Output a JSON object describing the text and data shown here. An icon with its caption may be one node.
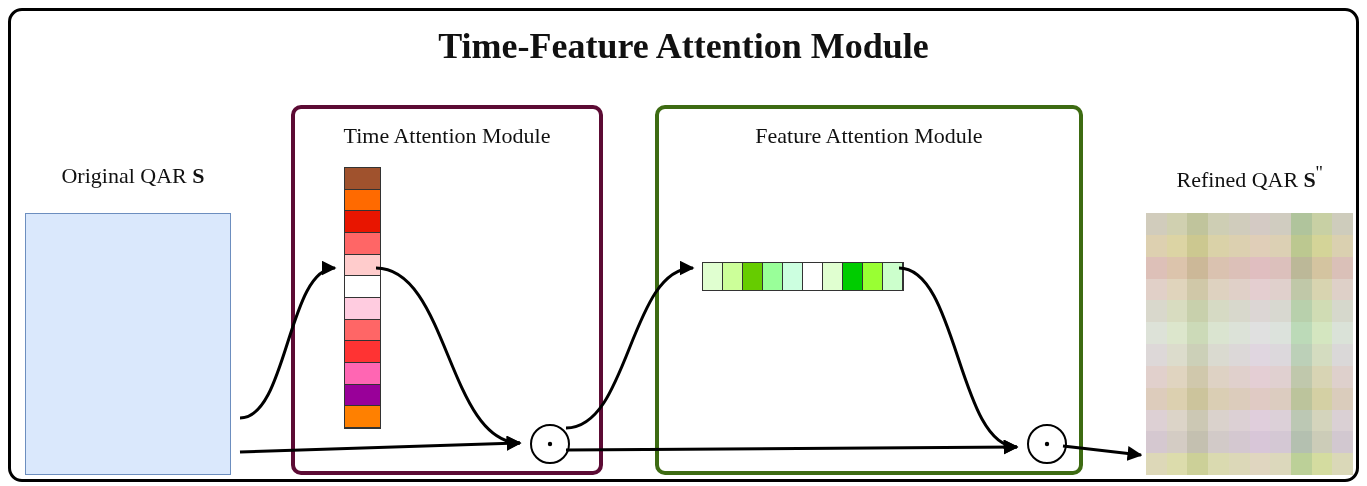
{
  "diagram": {
    "nodes": [
      {
        "text": [
          "Time-Feature Attention Module"
        ]
      },
      {
        "text": [
          "Original QAR **S**"
        ],
        "in": 0
      },
      {
        "text": [
          "Time Attention Module"
        ],
        "in": 0
      },
      {
        "text": [],
        "shape": "bar",
        "in": 2
      },
      {
        "text": [],
        "shape": "circle",
        "in": 2
      },
      {
        "text": [
          "Feature Attention Module"
        ],
        "in": 0
      },
      {
        "text": [],
        "shape": "bar",
        "in": 5
      },
      {
        "text": [],
        "shape": "circle",
        "in": 5
      },
      {
        "text": [
          "Refined QAR **S**$^{''}$"
        ],
        "in": 0
      }
    ],
    "edges": [
      {
        "from": 1,
        "to": 3,
        "arrow": "to"
      },
      {
        "from": 3,
        "to": 4,
        "arrow": "to"
      },
      {
        "from": 1,
        "to": 4,
        "arrow": "to"
      },
      {
        "from": 4,
        "to": 6,
        "arrow": "to"
      },
      {
        "from": 6,
        "to": 7,
        "arrow": "to"
      },
      {
        "from": 4,
        "to": 7,
        "arrow": "to"
      },
      {
        "from": 7,
        "to": 8,
        "arrow": "to"
      }
    ]
  }
}
